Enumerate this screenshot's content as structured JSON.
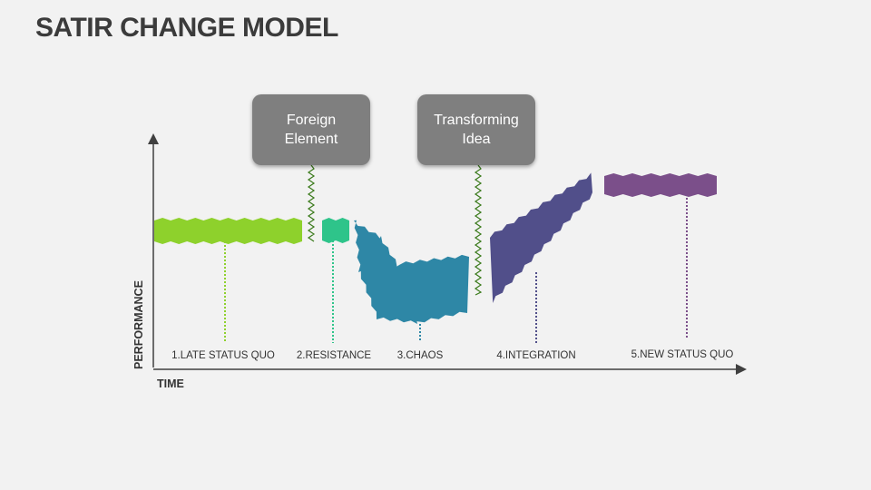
{
  "title": "SATIR CHANGE MODEL",
  "axes": {
    "x_title": "TIME",
    "y_title": "PERFORMANCE"
  },
  "callouts": [
    {
      "text": "Foreign Element"
    },
    {
      "text": "Transforming Idea"
    }
  ],
  "stages": [
    {
      "label": "1.LATE STATUS QUO",
      "color": "#8ed12c"
    },
    {
      "label": "2.RESISTANCE",
      "color": "#2ec48a"
    },
    {
      "label": "3.CHAOS",
      "color": "#2e87a6"
    },
    {
      "label": "4.INTEGRATION",
      "color": "#514f8a"
    },
    {
      "label": "5.NEW STATUS QUO",
      "color": "#7b4f8a"
    }
  ],
  "colors": {
    "axis": "#404040",
    "callout_fill": "#7f7f7f",
    "connector": "#3a7a1a"
  }
}
